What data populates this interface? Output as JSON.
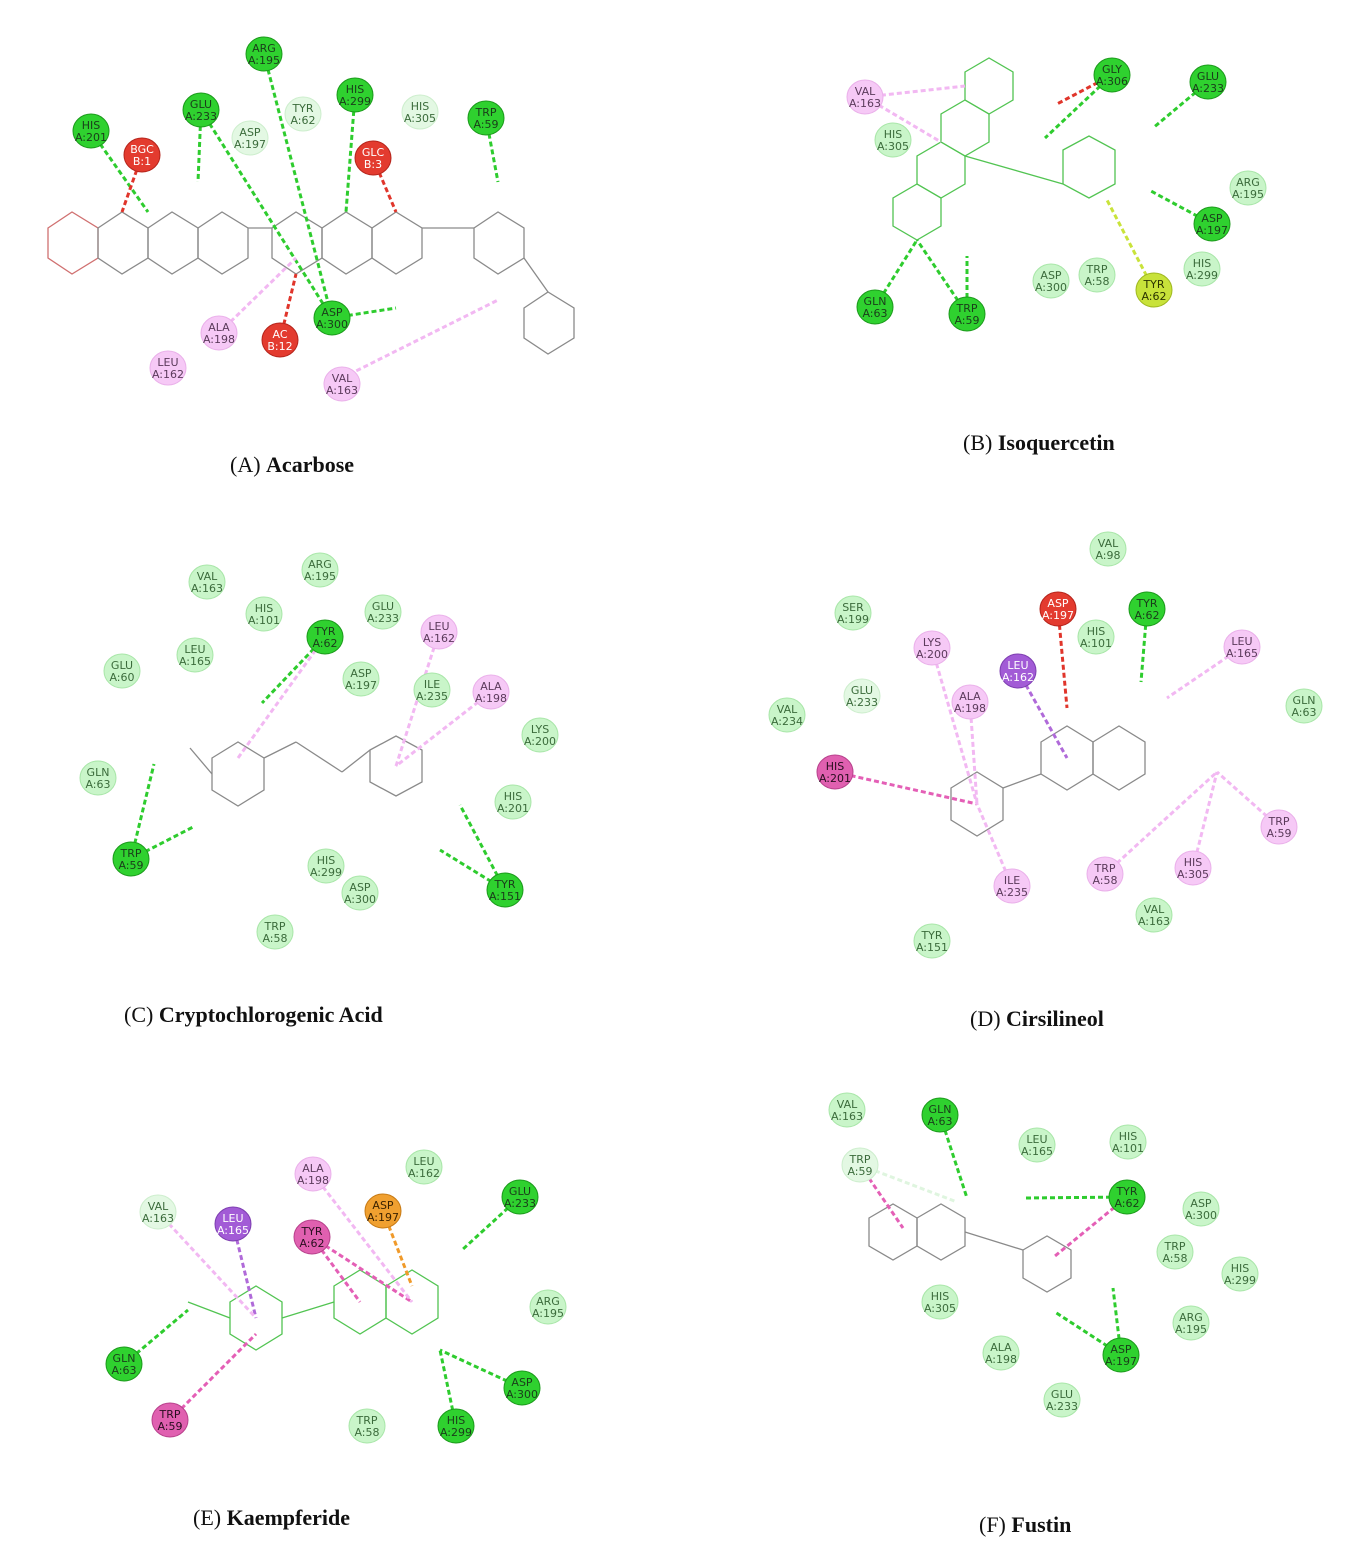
{
  "colors": {
    "hbond": "#2ecc2e",
    "vdw_fill": "#c8f5c8",
    "vdw_text": "#336633",
    "pi_alkyl": "#f2b8f2",
    "pi_sigma": "#b06ad9",
    "pi_pi_tshaped": "#e45fb6",
    "unfavorable": "#e0352b",
    "pi_anion": "#f09a2a",
    "pi_sulfur": "#c9e33a",
    "carbon_hbond": "#dff5df",
    "bond": "#888888"
  },
  "panels": [
    {
      "id": "A",
      "caption_letter": "(A)",
      "caption_name": "Acarbose",
      "residues": [
        {
          "label": "HIS A:201",
          "kind": "hbond"
        },
        {
          "label": "BGC B:1",
          "kind": "unfavorable"
        },
        {
          "label": "GLU A:233",
          "kind": "hbond"
        },
        {
          "label": "ASP A:197",
          "kind": "carbon_hbond"
        },
        {
          "label": "ARG A:195",
          "kind": "hbond"
        },
        {
          "label": "TYR A:62",
          "kind": "carbon_hbond"
        },
        {
          "label": "HIS A:299",
          "kind": "hbond"
        },
        {
          "label": "GLC B:3",
          "kind": "unfavorable"
        },
        {
          "label": "HIS A:305",
          "kind": "carbon_hbond"
        },
        {
          "label": "TRP A:59",
          "kind": "hbond"
        },
        {
          "label": "ALA A:198",
          "kind": "pi_alkyl"
        },
        {
          "label": "LEU A:162",
          "kind": "pi_alkyl"
        },
        {
          "label": "AC B:12",
          "kind": "unfavorable"
        },
        {
          "label": "ASP A:300",
          "kind": "hbond"
        },
        {
          "label": "VAL A:163",
          "kind": "pi_alkyl"
        }
      ]
    },
    {
      "id": "B",
      "caption_letter": "(B)",
      "caption_name": "Isoquercetin",
      "residues": [
        {
          "label": "VAL A:163",
          "kind": "pi_alkyl"
        },
        {
          "label": "HIS A:305",
          "kind": "vdw"
        },
        {
          "label": "GLY A:306",
          "kind": "hbond"
        },
        {
          "label": "GLU A:233",
          "kind": "hbond"
        },
        {
          "label": "ARG A:195",
          "kind": "vdw"
        },
        {
          "label": "ASP A:197",
          "kind": "hbond"
        },
        {
          "label": "HIS A:299",
          "kind": "vdw"
        },
        {
          "label": "ASP A:300",
          "kind": "vdw"
        },
        {
          "label": "TRP A:58",
          "kind": "vdw"
        },
        {
          "label": "TYR A:62",
          "kind": "pi_sulfur"
        },
        {
          "label": "GLN A:63",
          "kind": "hbond"
        },
        {
          "label": "TRP A:59",
          "kind": "hbond"
        }
      ]
    },
    {
      "id": "C",
      "caption_letter": "(C)",
      "caption_name": "Cryptochlorogenic Acid",
      "residues": [
        {
          "label": "VAL A:163",
          "kind": "vdw"
        },
        {
          "label": "ARG A:195",
          "kind": "vdw"
        },
        {
          "label": "HIS A:101",
          "kind": "vdw"
        },
        {
          "label": "GLU A:233",
          "kind": "vdw"
        },
        {
          "label": "LEU A:162",
          "kind": "pi_alkyl"
        },
        {
          "label": "LEU A:165",
          "kind": "vdw"
        },
        {
          "label": "TYR A:62",
          "kind": "hbond"
        },
        {
          "label": "ASP A:197",
          "kind": "vdw"
        },
        {
          "label": "ILE A:235",
          "kind": "vdw"
        },
        {
          "label": "ALA A:198",
          "kind": "pi_alkyl"
        },
        {
          "label": "GLU A:60",
          "kind": "vdw"
        },
        {
          "label": "LYS A:200",
          "kind": "vdw"
        },
        {
          "label": "GLN A:63",
          "kind": "vdw"
        },
        {
          "label": "HIS A:201",
          "kind": "vdw"
        },
        {
          "label": "TRP A:59",
          "kind": "hbond"
        },
        {
          "label": "HIS A:299",
          "kind": "vdw"
        },
        {
          "label": "ASP A:300",
          "kind": "vdw"
        },
        {
          "label": "TYR A:151",
          "kind": "hbond"
        },
        {
          "label": "TRP A:58",
          "kind": "vdw"
        }
      ]
    },
    {
      "id": "D",
      "caption_letter": "(D)",
      "caption_name": "Cirsilineol",
      "residues": [
        {
          "label": "VAL A:98",
          "kind": "vdw"
        },
        {
          "label": "SER A:199",
          "kind": "vdw"
        },
        {
          "label": "ASP A:197",
          "kind": "unfavorable"
        },
        {
          "label": "TYR A:62",
          "kind": "hbond"
        },
        {
          "label": "LYS A:200",
          "kind": "pi_alkyl"
        },
        {
          "label": "HIS A:101",
          "kind": "vdw"
        },
        {
          "label": "LEU A:165",
          "kind": "pi_alkyl"
        },
        {
          "label": "LEU A:162",
          "kind": "pi_sigma"
        },
        {
          "label": "GLU A:233",
          "kind": "carbon_hbond"
        },
        {
          "label": "ALA A:198",
          "kind": "pi_alkyl"
        },
        {
          "label": "VAL A:234",
          "kind": "vdw"
        },
        {
          "label": "GLN A:63",
          "kind": "vdw"
        },
        {
          "label": "HIS A:201",
          "kind": "pi_pi_tshaped"
        },
        {
          "label": "TRP A:59",
          "kind": "pi_alkyl"
        },
        {
          "label": "TRP A:58",
          "kind": "pi_alkyl"
        },
        {
          "label": "HIS A:305",
          "kind": "pi_alkyl"
        },
        {
          "label": "ILE A:235",
          "kind": "pi_alkyl"
        },
        {
          "label": "VAL A:163",
          "kind": "vdw"
        },
        {
          "label": "TYR A:151",
          "kind": "vdw"
        }
      ]
    },
    {
      "id": "E",
      "caption_letter": "(E)",
      "caption_name": "Kaempferide",
      "residues": [
        {
          "label": "ALA A:198",
          "kind": "pi_alkyl"
        },
        {
          "label": "LEU A:162",
          "kind": "vdw"
        },
        {
          "label": "VAL A:163",
          "kind": "carbon_hbond"
        },
        {
          "label": "ASP A:197",
          "kind": "pi_anion"
        },
        {
          "label": "GLU A:233",
          "kind": "hbond"
        },
        {
          "label": "LEU A:165",
          "kind": "pi_sigma"
        },
        {
          "label": "TYR A:62",
          "kind": "pi_pi_tshaped"
        },
        {
          "label": "ARG A:195",
          "kind": "vdw"
        },
        {
          "label": "GLN A:63",
          "kind": "hbond"
        },
        {
          "label": "ASP A:300",
          "kind": "hbond"
        },
        {
          "label": "TRP A:59",
          "kind": "pi_pi_tshaped"
        },
        {
          "label": "TRP A:58",
          "kind": "vdw"
        },
        {
          "label": "HIS A:299",
          "kind": "hbond"
        }
      ]
    },
    {
      "id": "F",
      "caption_letter": "(F)",
      "caption_name": "Fustin",
      "residues": [
        {
          "label": "VAL A:163",
          "kind": "vdw"
        },
        {
          "label": "GLN A:63",
          "kind": "hbond"
        },
        {
          "label": "LEU A:165",
          "kind": "vdw"
        },
        {
          "label": "HIS A:101",
          "kind": "vdw"
        },
        {
          "label": "TRP A:59",
          "kind": "carbon_hbond"
        },
        {
          "label": "TYR A:62",
          "kind": "hbond"
        },
        {
          "label": "ASP A:300",
          "kind": "vdw"
        },
        {
          "label": "TRP A:58",
          "kind": "vdw"
        },
        {
          "label": "HIS A:299",
          "kind": "vdw"
        },
        {
          "label": "HIS A:305",
          "kind": "vdw"
        },
        {
          "label": "ARG A:195",
          "kind": "vdw"
        },
        {
          "label": "ALA A:198",
          "kind": "vdw"
        },
        {
          "label": "ASP A:197",
          "kind": "hbond"
        },
        {
          "label": "GLU A:233",
          "kind": "vdw"
        }
      ]
    }
  ]
}
